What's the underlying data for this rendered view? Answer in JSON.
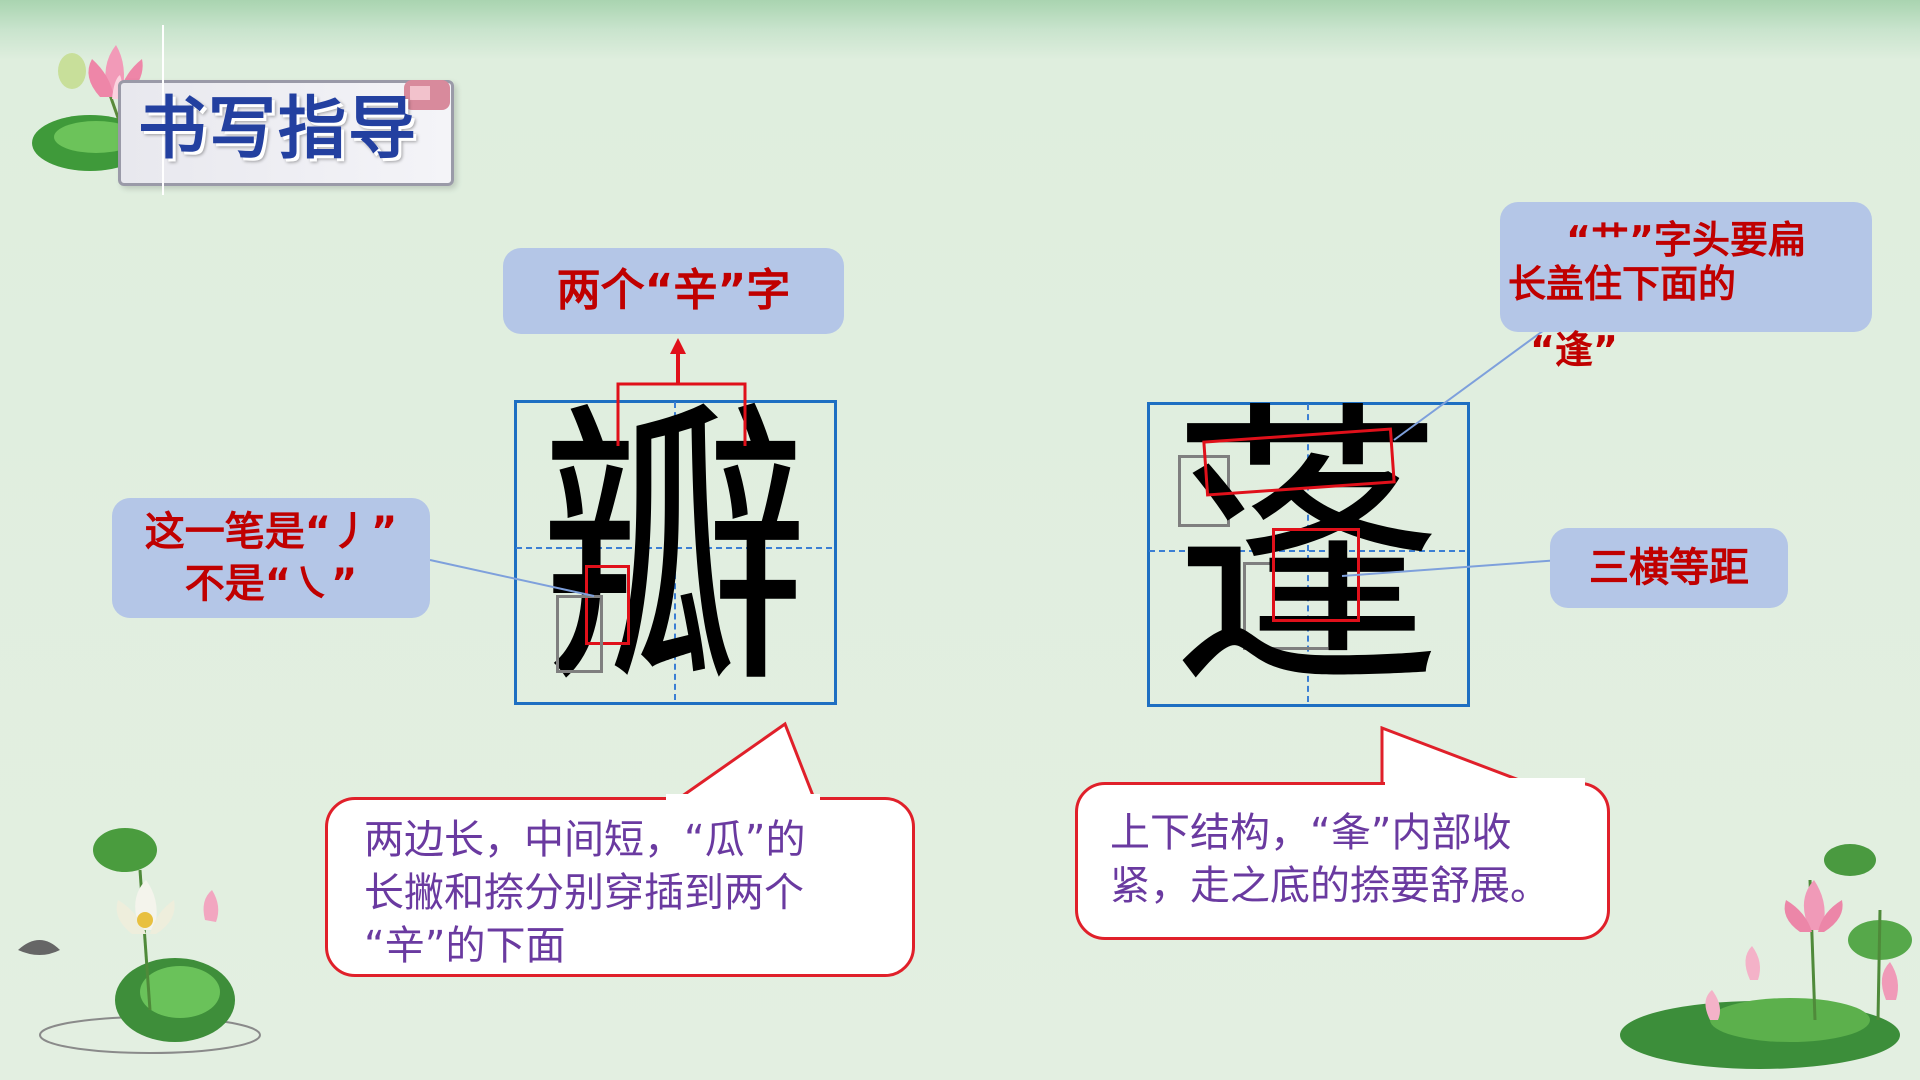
{
  "header": {
    "title": "书写指导"
  },
  "left_char": {
    "character": "瓣",
    "top_note": "两个“辛”字",
    "side_note_line1": "这一笔是“丿”",
    "side_note_line2": "不是“㇏”",
    "bubble_lines": [
      "两边长，中间短，“瓜”的",
      "长撇和捺分别穿插到两个",
      "“辛”的下面"
    ]
  },
  "right_char": {
    "character": "蓬",
    "top_note_line1": "“艹”字头要扁",
    "top_note_line2": "长盖住下面的",
    "top_note_line3": "“逢”",
    "side_note": "三横等距",
    "bubble_lines": [
      "上下结构，“夆”内部收",
      "紧，走之底的捺要舒展。"
    ]
  },
  "colors": {
    "accent_red": "#e0101a",
    "label_red": "#c00000",
    "pill_bg": "#b4c6e7",
    "grid_blue": "#1e6fc2",
    "bubble_text": "#6a3aa0"
  }
}
